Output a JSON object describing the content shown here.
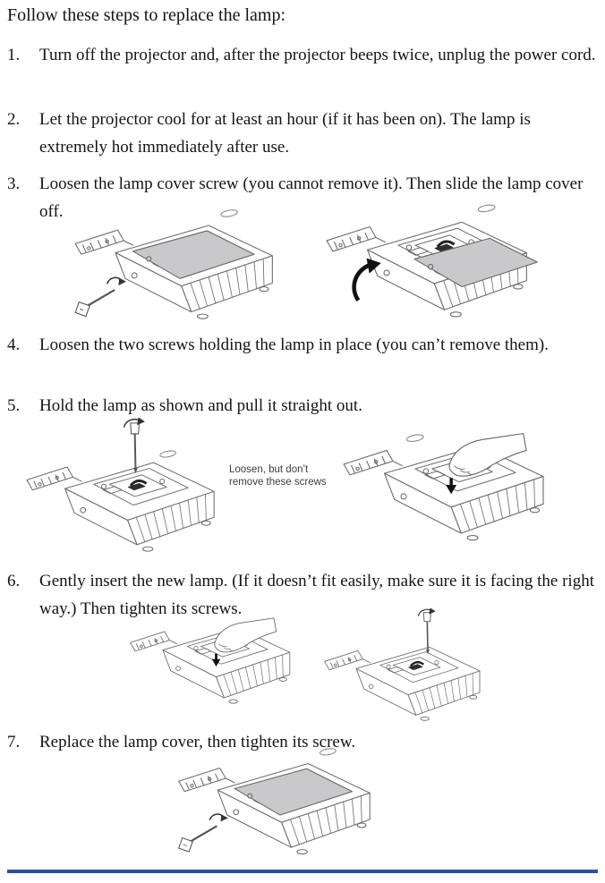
{
  "doc": {
    "title": "Follow these steps to replace the lamp:",
    "steps": [
      {
        "num": "1.",
        "text": "Turn off the projector and, after the projector beeps twice, unplug the power cord."
      },
      {
        "num": "2.",
        "text": "Let the projector cool for at least an hour (if it has been on). The lamp is extremely hot immediately after use."
      },
      {
        "num": "3.",
        "text": "Loosen the lamp cover screw (you cannot remove it). Then slide the lamp cover off."
      },
      {
        "num": "4.",
        "text": "Loosen the two screws holding the lamp in place (you can’t remove them)."
      },
      {
        "num": "5.",
        "text": "Hold the lamp as shown and pull it straight out."
      },
      {
        "num": "6.",
        "text": "Gently insert the new lamp. (If it doesn’t fit easily, make sure it is facing the right way.) Then tighten its screws."
      },
      {
        "num": "7.",
        "text": "Replace the lamp cover, then tighten its screw."
      }
    ],
    "caption": {
      "line1": "Loosen, but don’t",
      "line2": "remove these screws"
    },
    "accent_rule_color": "#2b4ea1"
  }
}
